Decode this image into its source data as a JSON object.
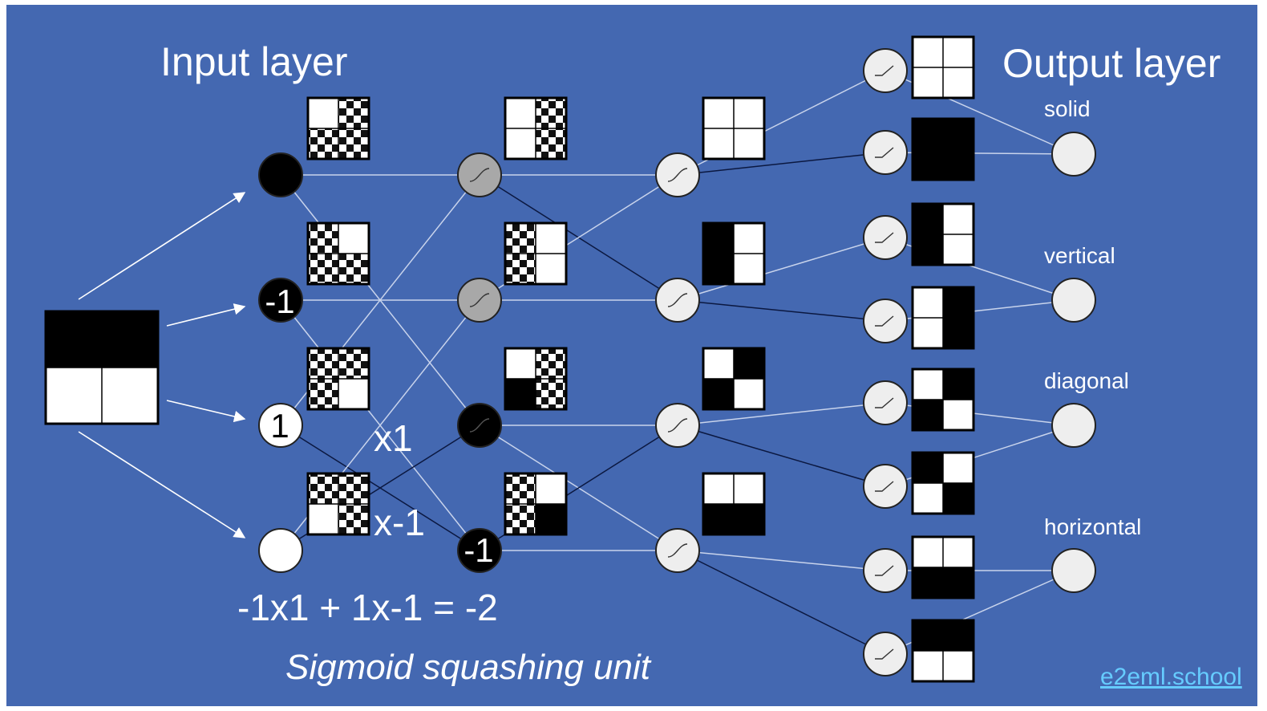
{
  "titles": {
    "input_layer": "Input layer",
    "output_layer": "Output layer"
  },
  "input_node_values": [
    "",
    "-1",
    "1",
    ""
  ],
  "hidden_node_values": [
    "",
    "",
    "",
    "-1"
  ],
  "annotations": {
    "weight_pos": "x1",
    "weight_neg": "x-1",
    "equation": "-1x1 + 1x-1 = -2",
    "caption": "Sigmoid squashing unit"
  },
  "output_classes": [
    "solid",
    "vertical",
    "diagonal",
    "horizontal"
  ],
  "watermark": "e2eml.school",
  "colors": {
    "background": "#4468b1",
    "node_light": "#eeeeee",
    "node_gray": "#a8a8a8",
    "node_black": "#000000",
    "connection_light": "#c9d4ec",
    "connection_dark": "#0b1840",
    "link": "#66ccff"
  },
  "icons": [
    "sigmoid-icon",
    "ramp-icon",
    "arrow-icon"
  ]
}
